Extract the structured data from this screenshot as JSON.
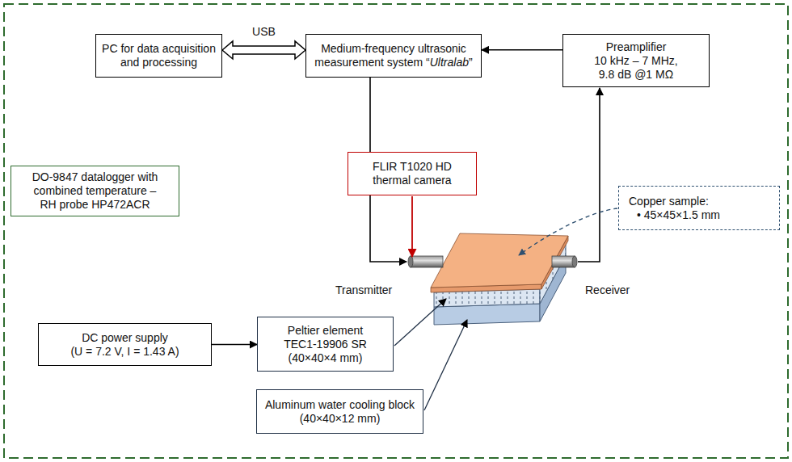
{
  "diagram": {
    "nodes": [
      {
        "text": [
          "PC for data acquisition and processing"
        ]
      },
      {
        "text": [
          "Medium-frequency ultrasonic measurement system “Ultralab”"
        ]
      },
      {
        "text": [
          "Preamplifier",
          "10 kHz – 7 MHz, 9.8 dB @1 MΩ"
        ]
      },
      {
        "text": [
          "FLIR T1020 HD thermal camera"
        ]
      },
      {
        "text": [
          "Copper sample:",
          "• 45×45×1.5 mm"
        ]
      },
      {
        "text": [
          "DO-9847 datalogger with combined temperature – RH probe HP472ACR"
        ]
      },
      {
        "text": [
          "DC power supply",
          "(U = 7.2 V, I = 1.43 A)"
        ]
      },
      {
        "text": [
          "Peltier element TEC1-19906 SR",
          "(40×40×4 mm)"
        ]
      },
      {
        "text": [
          "Aluminum water cooling block",
          "(40×40×12 mm)"
        ]
      }
    ],
    "edges": [
      {
        "from": 0,
        "to": 1,
        "arrow": "both",
        "label": "USB"
      },
      {
        "from": 2,
        "to": 1,
        "arrow": "to"
      },
      {
        "from": 6,
        "to": 7,
        "arrow": "to"
      }
    ],
    "labels": [
      "Transmitter",
      "Receiver"
    ]
  }
}
